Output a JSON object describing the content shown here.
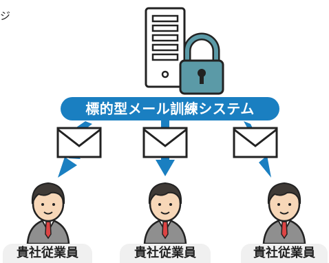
{
  "edge_text": "ジ",
  "system_label": "標的型メール訓練システム",
  "employees": [
    {
      "label": "貴社従業員"
    },
    {
      "label": "貴社従業員"
    },
    {
      "label": "貴社従業員"
    }
  ],
  "icons": [
    "server-icon",
    "padlock-icon",
    "envelope-icon",
    "employee-icon"
  ],
  "colors": {
    "accent": "#1a7fc1",
    "padlock": "#5b9aa7",
    "outline": "#222222",
    "label_bg": "#f0f0f0"
  }
}
